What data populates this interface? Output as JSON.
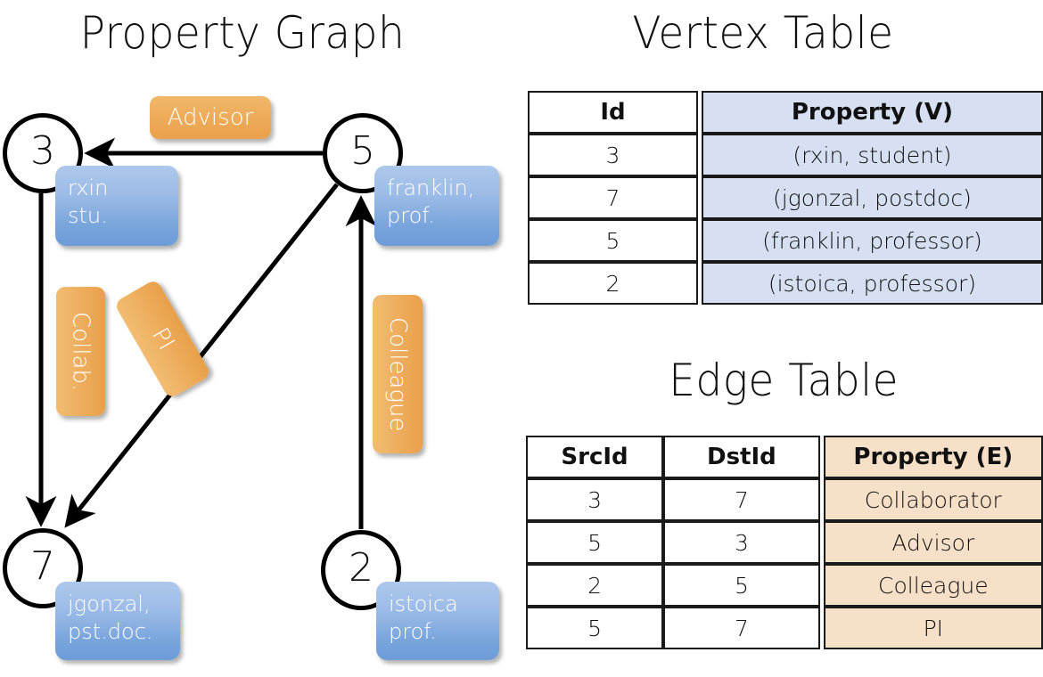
{
  "titles": {
    "graph": "Property Graph",
    "vertex_table": "Vertex Table",
    "edge_table": "Edge Table"
  },
  "graph": {
    "nodes": [
      {
        "id": "3",
        "property_lines": [
          "rxin",
          "stu."
        ]
      },
      {
        "id": "5",
        "property_lines": [
          "franklin,",
          "prof."
        ]
      },
      {
        "id": "7",
        "property_lines": [
          "jgonzal,",
          "pst.doc."
        ]
      },
      {
        "id": "2",
        "property_lines": [
          "istoica",
          "prof."
        ]
      }
    ],
    "node_labels": {
      "n3": "3",
      "n5": "5",
      "n7": "7",
      "n2": "2"
    },
    "vertex_boxes": {
      "rxin_line1": "rxin",
      "rxin_line2": "stu.",
      "franklin_line1": "franklin,",
      "franklin_line2": "prof.",
      "jgonzal_line1": "jgonzal,",
      "jgonzal_line2": "pst.doc.",
      "istoica_line1": "istoica",
      "istoica_line2": "prof."
    },
    "edge_labels": {
      "advisor": "Advisor",
      "collab": "Collab.",
      "pi": "PI",
      "colleague": "Colleague"
    },
    "edges": [
      {
        "src": "5",
        "dst": "3",
        "label": "Advisor"
      },
      {
        "src": "3",
        "dst": "7",
        "label": "Collab."
      },
      {
        "src": "5",
        "dst": "7",
        "label": "PI"
      },
      {
        "src": "2",
        "dst": "5",
        "label": "Colleague"
      }
    ]
  },
  "vertex_table": {
    "headers": [
      "Id",
      "Property (V)"
    ],
    "rows": [
      {
        "id": "3",
        "property": "(rxin, student)"
      },
      {
        "id": "7",
        "property": "(jgonzal, postdoc)"
      },
      {
        "id": "5",
        "property": "(franklin, professor)"
      },
      {
        "id": "2",
        "property": "(istoica, professor)"
      }
    ]
  },
  "edge_table": {
    "headers": [
      "SrcId",
      "DstId",
      "Property (E)"
    ],
    "rows": [
      {
        "src": "3",
        "dst": "7",
        "property": "Collaborator"
      },
      {
        "src": "5",
        "dst": "3",
        "property": "Advisor"
      },
      {
        "src": "2",
        "dst": "5",
        "property": "Colleague"
      },
      {
        "src": "5",
        "dst": "7",
        "property": "PI"
      }
    ]
  },
  "colors": {
    "vertex_property_fill": "#d6e0f2",
    "edge_property_fill": "#f7e0c8",
    "vertex_box_blue": "#7ba7dd",
    "edge_box_orange": "#eead5c",
    "stroke": "#000000",
    "background": "#ffffff"
  }
}
